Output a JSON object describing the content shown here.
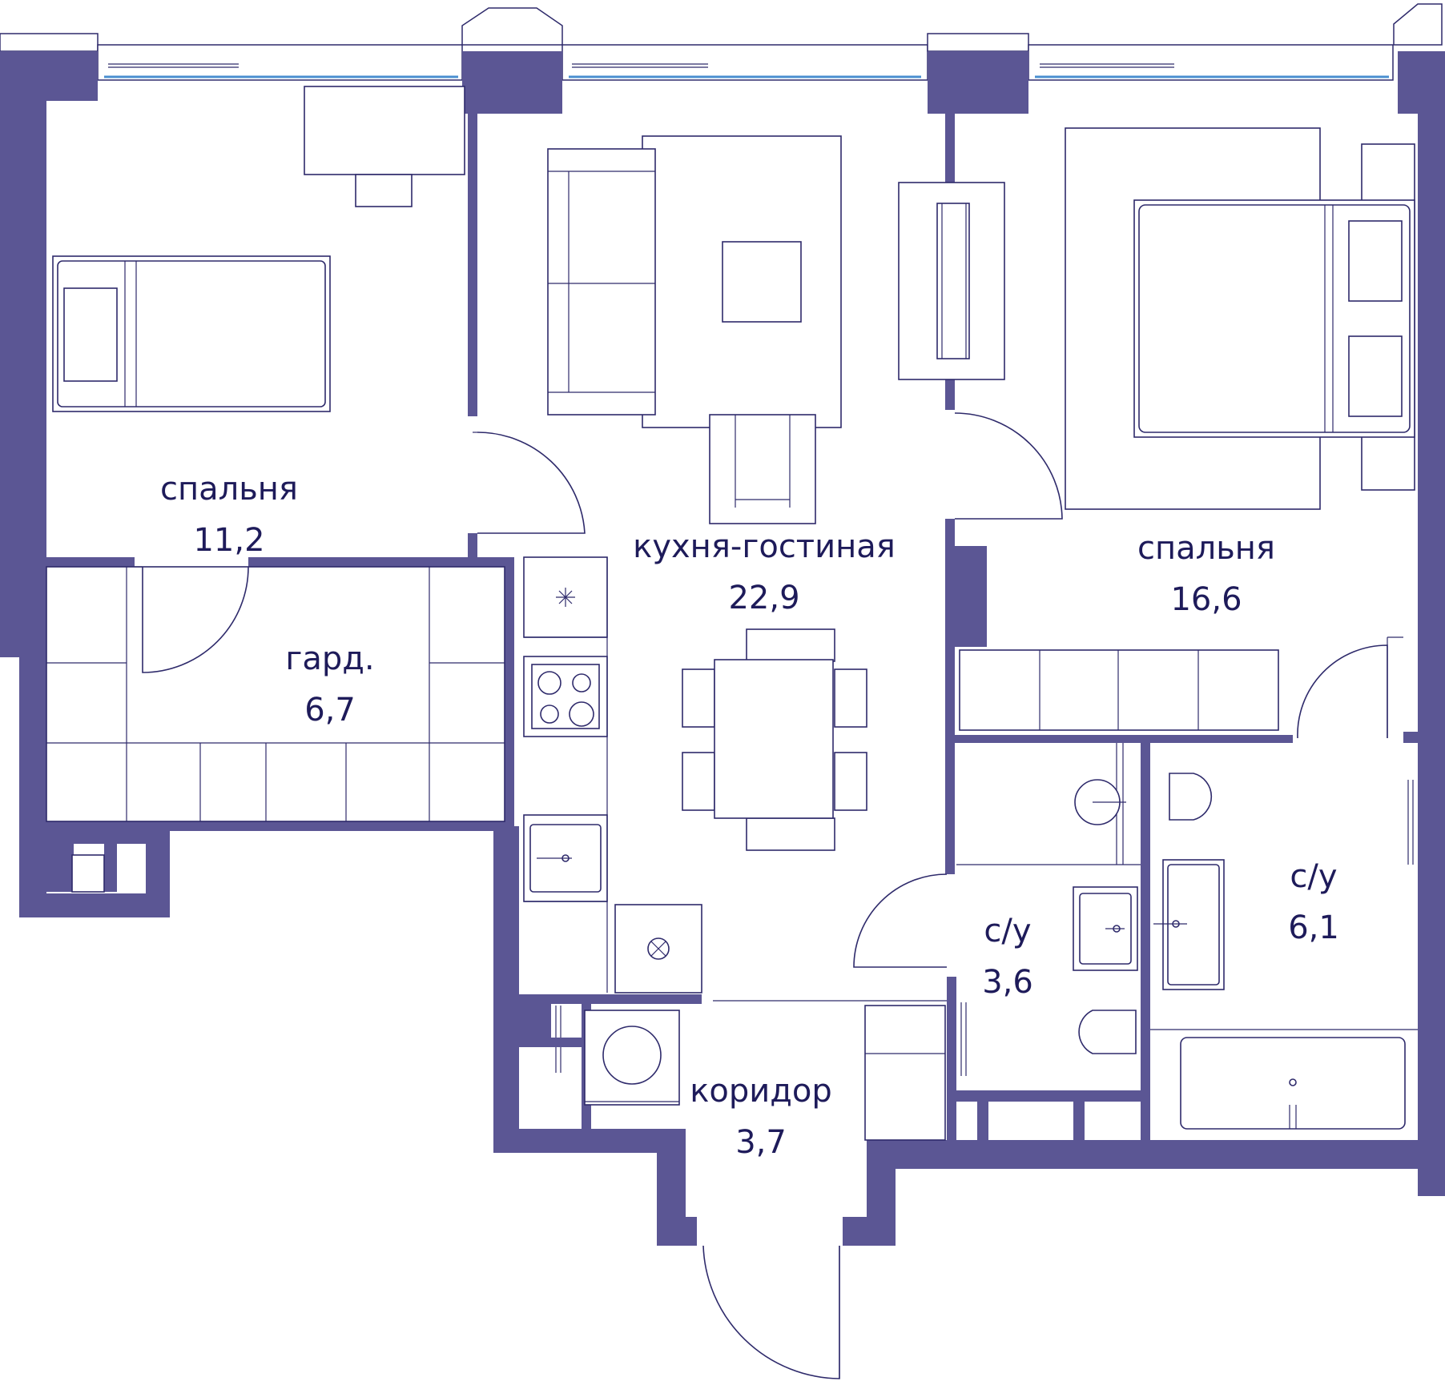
{
  "plan": {
    "wall_color": "#5b5694",
    "line_color": "#2e2a6b",
    "window_glass_color": "#4a8fd0",
    "rooms": [
      {
        "id": "bedroom_left",
        "name": "спальня",
        "area": "11,2"
      },
      {
        "id": "wardrobe",
        "name": "гард.",
        "area": "6,7"
      },
      {
        "id": "kitchen_living",
        "name": "кухня-гостиная",
        "area": "22,9"
      },
      {
        "id": "bedroom_right",
        "name": "спальня",
        "area": "16,6"
      },
      {
        "id": "bath_small",
        "name": "с/у",
        "area": "3,6"
      },
      {
        "id": "bath_large",
        "name": "с/у",
        "area": "6,1"
      },
      {
        "id": "corridor",
        "name": "коридор",
        "area": "3,7"
      }
    ]
  }
}
